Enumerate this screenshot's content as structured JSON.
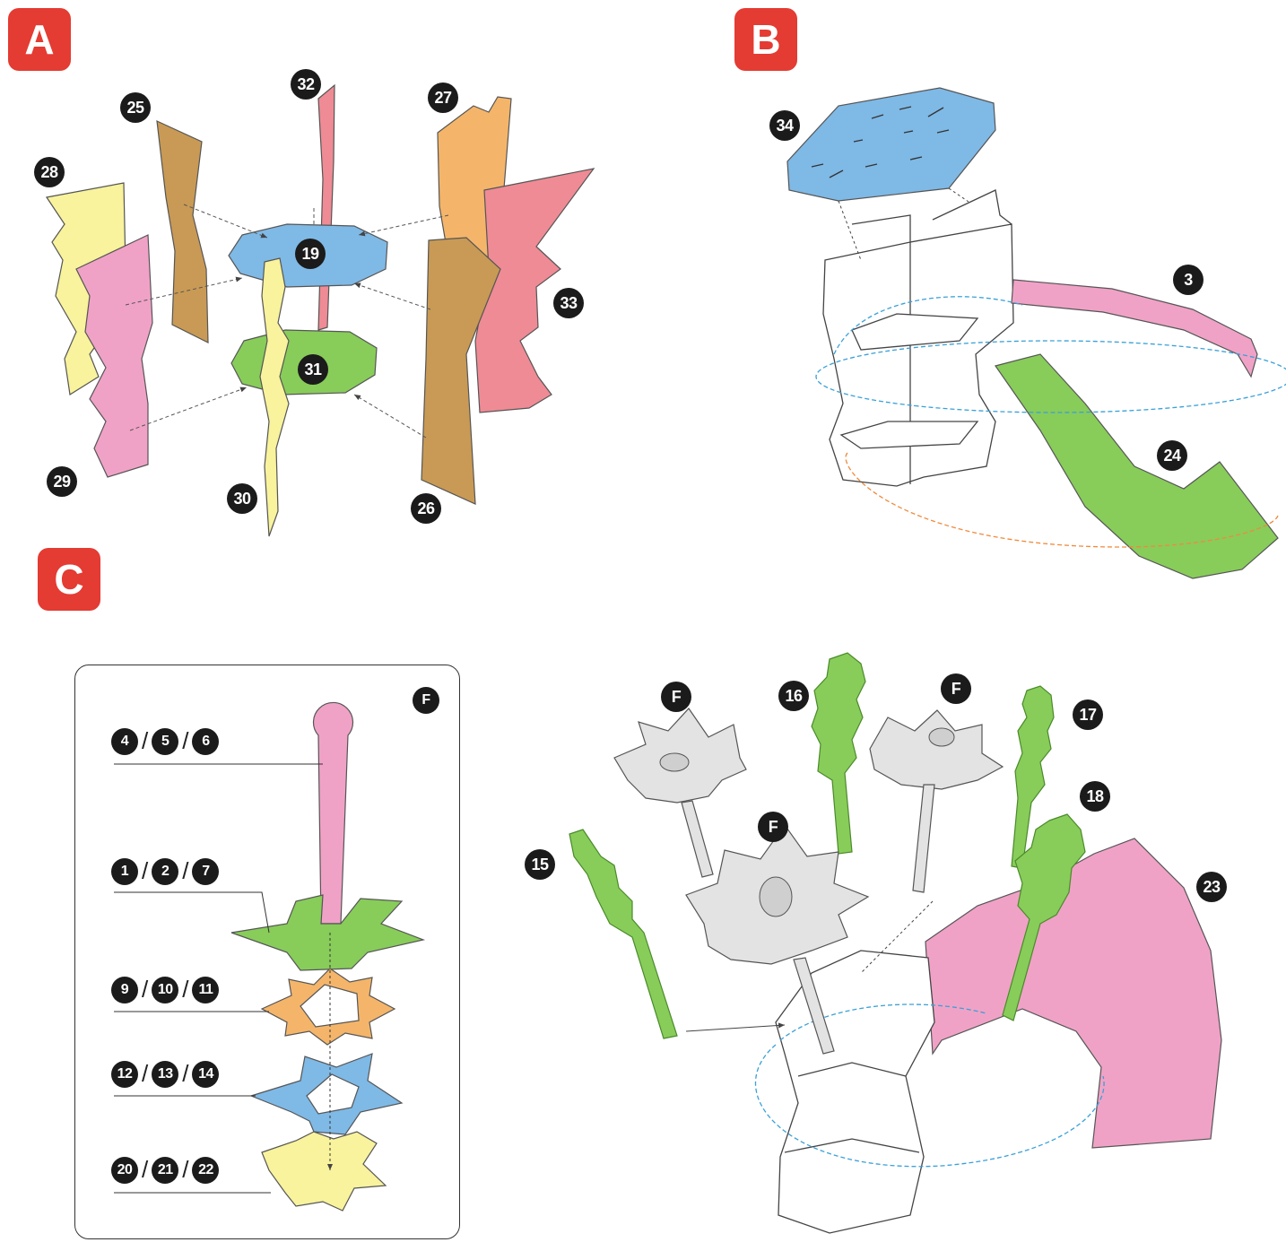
{
  "steps": {
    "a": "A",
    "b": "B",
    "c": "C"
  },
  "panel_f": {
    "label": "F",
    "groups": [
      [
        "4",
        "5",
        "6"
      ],
      [
        "1",
        "2",
        "7"
      ],
      [
        "9",
        "10",
        "11"
      ],
      [
        "12",
        "13",
        "14"
      ],
      [
        "20",
        "21",
        "22"
      ]
    ]
  },
  "step_a_labels": [
    "25",
    "32",
    "27",
    "28",
    "19",
    "33",
    "31",
    "29",
    "30",
    "26"
  ],
  "step_b_labels": [
    "34",
    "3",
    "24"
  ],
  "step_c_labels": [
    "F",
    "16",
    "F",
    "17",
    "18",
    "F",
    "15",
    "23"
  ],
  "colors": {
    "badge": "#e43b33",
    "yellow": "#f8f39c",
    "brown": "#c99a55",
    "pink": "#f0a2c6",
    "salmon": "#ef8b95",
    "orange": "#f4b56a",
    "blue": "#7fb9e6",
    "green": "#88cc5a",
    "gray": "#d9d9d9"
  }
}
